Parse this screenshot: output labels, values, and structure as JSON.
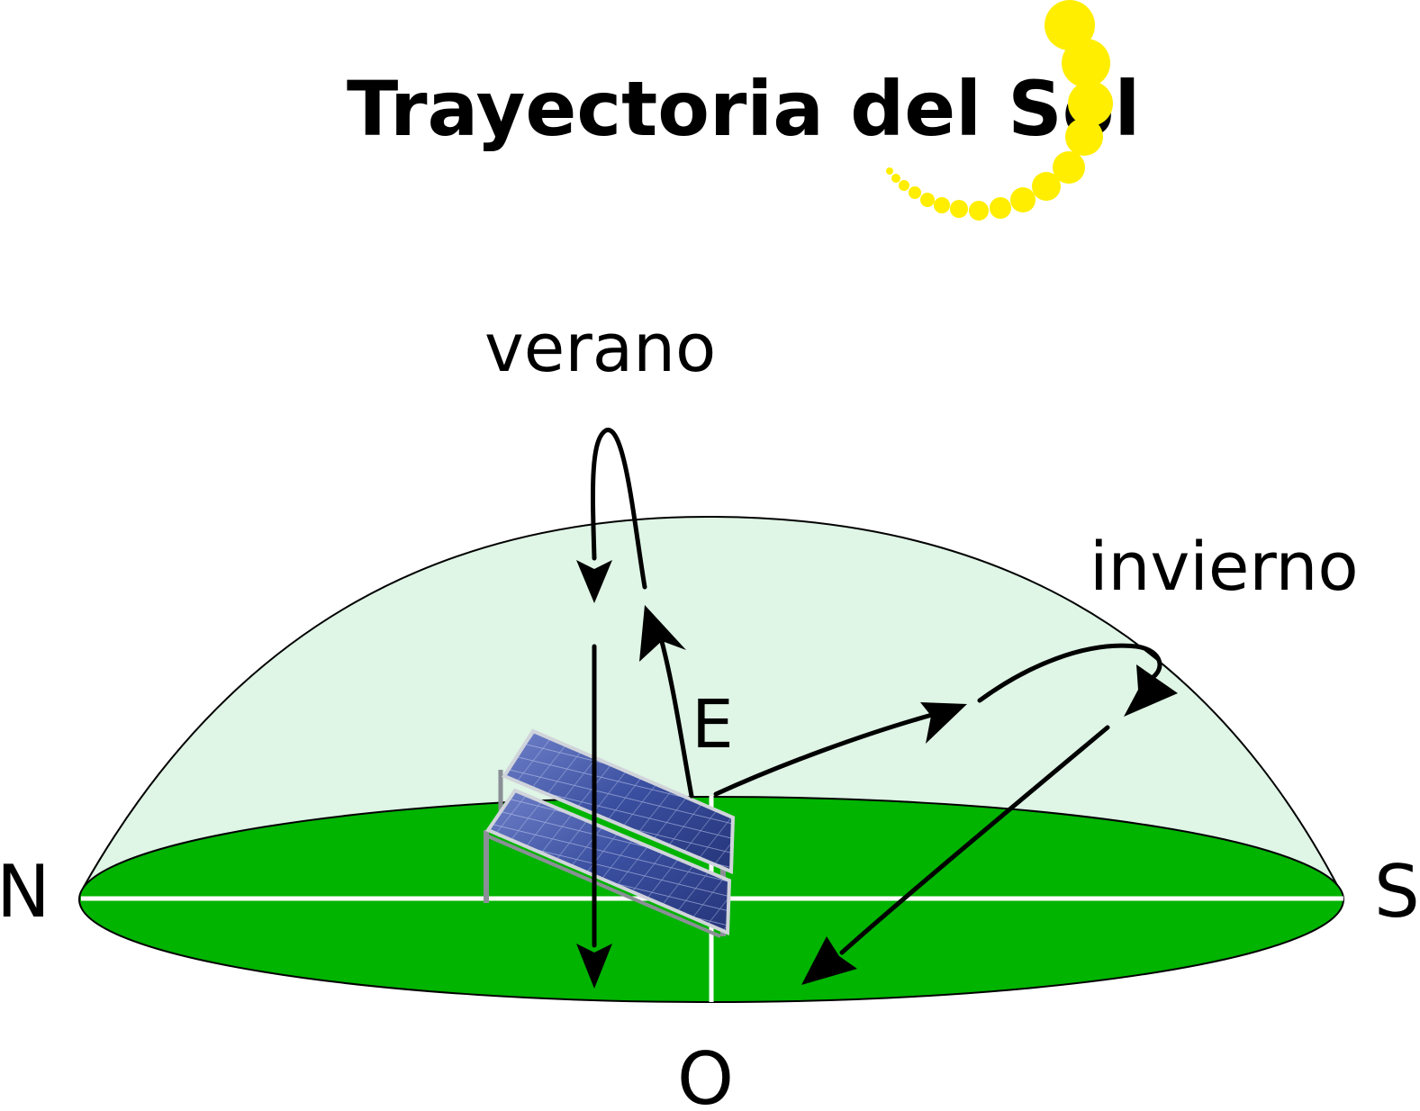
{
  "title": "Trayectoria del Sol",
  "labels": {
    "summer": "verano",
    "winter": "invierno",
    "north": "N",
    "south": "S",
    "east": "E",
    "west": "O"
  },
  "colors": {
    "background": "#ffffff",
    "ground": "#00b400",
    "sky_dome": "#dff5e6",
    "sun": "#ffee00",
    "arrows": "#000000",
    "axis_lines": "#ffffff",
    "panel": "#3a4fa0"
  },
  "icons": {
    "sun": "sun-trail-icon",
    "panel": "solar-panel-icon"
  }
}
